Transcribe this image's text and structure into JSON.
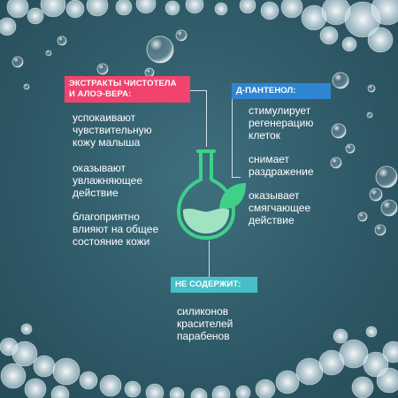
{
  "left": {
    "label": "ЭКСТРАКТЫ ЧИСТОТЕЛА\nИ АЛОЭ-ВЕРА:",
    "items": [
      "успокаивают\nчувствительную\nкожу малыша",
      "оказывают\nувлажняющее\nдействие",
      "благоприятно\nвлияют на общее\nсостояние кожи"
    ]
  },
  "right": {
    "label": "Д-ПАНТЕНОЛ:",
    "items": [
      "стимулирует\nрегенерацию\nклеток",
      "снимает\nраздражение",
      "оказывает\nсмягчающее\nдействие"
    ]
  },
  "bottom": {
    "label": "НЕ СОДЕРЖИТ:",
    "items": [
      "силиконов\nкрасителей\nпарабенов"
    ]
  },
  "icons": {
    "flask": "flask-leaf-icon",
    "bubbles": "soap-bubbles-decoration"
  },
  "colors": {
    "background": "#2f5a68",
    "pink_label": "#f0446e",
    "blue_label": "#2e86d3",
    "teal_label": "#47bfc7",
    "flask": "#3fd08a"
  }
}
